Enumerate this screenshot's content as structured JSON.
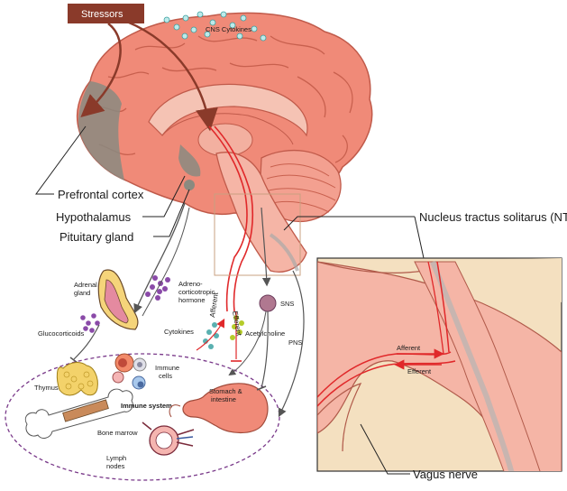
{
  "labels": {
    "stressors": "Stressors",
    "cns_cytokines": "CNS Cytokines",
    "prefrontal_cortex": "Prefrontal cortex",
    "hypothalamus": "Hypothalamus",
    "pituitary_gland": "Pituitary gland",
    "nts": "Nucleus tractus solitarus (NTS)",
    "vagus_nerve": "Vagus nerve",
    "adrenal_gland_1": "Adrenal",
    "adrenal_gland_2": "gland",
    "acth_1": "Adreno-",
    "acth_2": "corticotropic",
    "acth_3": "hormone",
    "glucocorticoids": "Glucocorticoids",
    "thymus": "Thymus",
    "bone_marrow": "Bone marrow",
    "immune_cells_1": "Immune",
    "immune_cells_2": "cells",
    "immune_system": "Immune system",
    "stomach_1": "Stomach &",
    "stomach_2": "intestine",
    "lymph_1": "Lymph",
    "lymph_2": "nodes",
    "cytokines": "Cytokines",
    "acetylcholine": "Acetylcholine",
    "afferent": "Afferent",
    "efferent": "Efferent",
    "sns": "SNS",
    "pns": "PNS",
    "inset_afferent": "Afferent",
    "inset_efferent": "Efferent"
  },
  "colors": {
    "brain": "#f08a78",
    "brain_dark": "#d9655a",
    "brainstem": "#f5b5a6",
    "stressors_box": "#8a3a2a",
    "cortex_gray": "#8a8a80",
    "nerve_red": "#e0282a",
    "acth_purple": "#8a4aa8",
    "acetylcholine_green": "#b5cc2a",
    "cytokine_teal": "#5ab0b0",
    "immune_border": "#7a3a8a",
    "sns_ball": "#b07890",
    "inset_bg": "#f4e0c0"
  }
}
